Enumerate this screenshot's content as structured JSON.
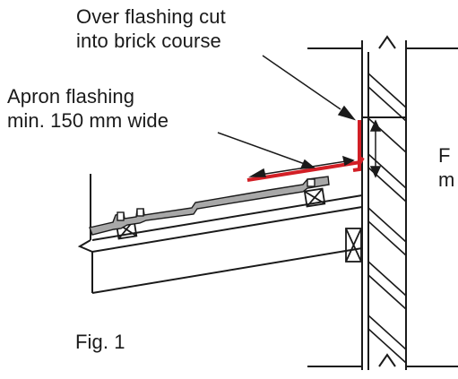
{
  "labels": {
    "over_flashing": [
      "Over flashing cut",
      "into brick course"
    ],
    "apron_flashing": [
      "Apron flashing",
      "min. 150 mm wide"
    ],
    "right_text": [
      "F",
      "m"
    ],
    "figure": "Fig. 1"
  },
  "colors": {
    "line": "#1a1a1a",
    "flashing": "#d21f26",
    "tile": "#a8a8a8"
  }
}
